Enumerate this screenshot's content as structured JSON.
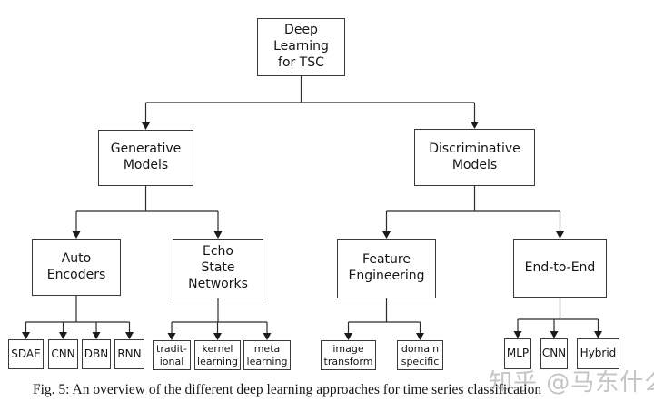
{
  "nodes": {
    "root": "Deep\nLearning\nfor TSC",
    "generative": "Generative\nModels",
    "discriminative": "Discriminative\nModels",
    "auto_encoders": "Auto\nEncoders",
    "echo_state": "Echo\nState\nNetworks",
    "feature_eng": "Feature\nEngineering",
    "end_to_end": "End-to-End",
    "sdae": "SDAE",
    "cnn_ae": "CNN",
    "dbn": "DBN",
    "rnn": "RNN",
    "traditional": "tradit-\nional",
    "kernel": "kernel\nlearning",
    "meta": "meta\nlearning",
    "image_transform": "image\ntransform",
    "domain_specific": "domain\nspecific",
    "mlp": "MLP",
    "cnn_e2e": "CNN",
    "hybrid": "Hybrid"
  },
  "edges": [
    {
      "from": "root",
      "to": [
        "generative",
        "discriminative"
      ]
    },
    {
      "from": "generative",
      "to": [
        "auto_encoders",
        "echo_state"
      ]
    },
    {
      "from": "discriminative",
      "to": [
        "feature_eng",
        "end_to_end"
      ]
    },
    {
      "from": "auto_encoders",
      "to": [
        "sdae",
        "cnn_ae",
        "dbn",
        "rnn"
      ]
    },
    {
      "from": "echo_state",
      "to": [
        "traditional",
        "kernel",
        "meta"
      ]
    },
    {
      "from": "feature_eng",
      "to": [
        "image_transform",
        "domain_specific"
      ]
    },
    {
      "from": "end_to_end",
      "to": [
        "mlp",
        "cnn_e2e",
        "hybrid"
      ]
    }
  ],
  "caption": "Fig. 5: An overview of the different deep learning approaches for time series classification",
  "watermark": "知乎 @马东什么",
  "colors": {
    "background": "#ffffff",
    "box_border": "#3a3a3a",
    "connector": "#2b2b2b",
    "text": "#141414",
    "watermark": "#c4c4c4"
  }
}
